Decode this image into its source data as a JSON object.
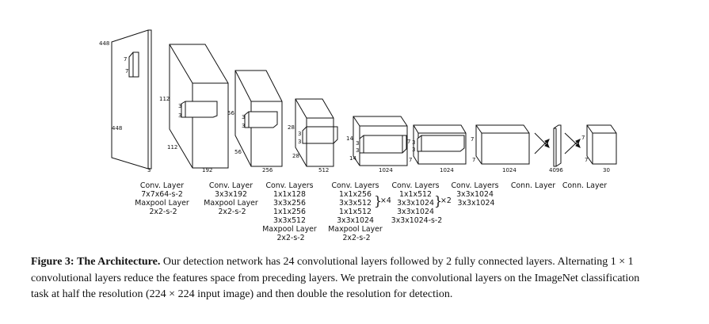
{
  "figure": {
    "input": {
      "side_top": "448",
      "side_left": "448",
      "depth": "3",
      "kernel_w": "7",
      "kernel_h": "7"
    },
    "volumes": [
      {
        "h_label": "112",
        "side_label": "112",
        "depth": "192",
        "kernel_w": "3",
        "kernel_h": "3"
      },
      {
        "h_label": "56",
        "side_label": "56",
        "depth": "256",
        "kernel_w": "3",
        "kernel_h": "3"
      },
      {
        "h_label": "28",
        "side_label": "28",
        "depth": "512",
        "kernel_w": "3",
        "kernel_h": "3"
      },
      {
        "h_label": "14",
        "side_label": "14",
        "depth": "1024",
        "kernel_w": "3",
        "kernel_h": "3"
      },
      {
        "h_label": "7",
        "side_label": "7",
        "depth": "1024",
        "kernel_w": "3",
        "kernel_h": "3"
      },
      {
        "h_label": "7",
        "side_label": "7",
        "depth": "1024"
      }
    ],
    "fc": {
      "depth": "4096"
    },
    "output": {
      "h_label": "7",
      "side_label": "7",
      "depth": "30"
    },
    "layer_labels": [
      {
        "lines": [
          "Conv. Layer",
          "7x7x64-s-2",
          "Maxpool Layer",
          "2x2-s-2"
        ]
      },
      {
        "lines": [
          "Conv. Layer",
          "3x3x192",
          "Maxpool Layer",
          "2x2-s-2"
        ]
      },
      {
        "lines": [
          "Conv. Layers",
          "1x1x128",
          "3x3x256",
          "1x1x256",
          "3x3x512",
          "Maxpool Layer",
          "2x2-s-2"
        ]
      },
      {
        "lines": [
          "Conv. Layers",
          "1x1x256",
          "3x3x512",
          "1x1x512",
          "3x3x1024",
          "Maxpool Layer",
          "2x2-s-2"
        ],
        "repeat": "×4"
      },
      {
        "lines": [
          "Conv. Layers",
          "1x1x512",
          "3x3x1024",
          "3x3x1024",
          "3x3x1024-s-2"
        ],
        "repeat": "×2"
      },
      {
        "lines": [
          "Conv. Layers",
          "3x3x1024",
          "3x3x1024"
        ]
      },
      {
        "lines": [
          "Conn. Layer"
        ]
      },
      {
        "lines": [
          "Conn. Layer"
        ]
      }
    ]
  },
  "caption": {
    "label": "Figure 3:",
    "title": "The Architecture.",
    "line1": "Our detection network has 24 convolutional layers followed by 2 fully connected layers. Alternating 1 × 1",
    "line2": "convolutional layers reduce the features space from preceding layers. We pretrain the convolutional layers on the ImageNet classification",
    "line3": "task at half the resolution (224 × 224 input image) and then double the resolution for detection."
  }
}
